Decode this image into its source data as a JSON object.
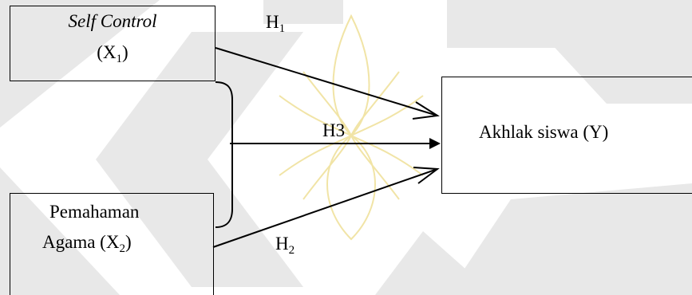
{
  "nodes": {
    "x1": {
      "line1": "Self Control",
      "line2_prefix": "(X",
      "line2_sub": "1",
      "line2_suffix": ")"
    },
    "x2": {
      "line1": "Pemahaman",
      "line2_prefix": "Agama (X",
      "line2_sub": "2",
      "line2_suffix": ")"
    },
    "y": {
      "label": "Akhlak siswa (Y)"
    }
  },
  "edges": {
    "h1": {
      "prefix": "H",
      "sub": "1"
    },
    "h2": {
      "prefix": "H",
      "sub": "2"
    },
    "h3": {
      "label": "H3"
    }
  },
  "colors": {
    "line": "#000000",
    "watermark_gray": "#e6e6e6",
    "watermark_gold": "#f3e9b8"
  }
}
